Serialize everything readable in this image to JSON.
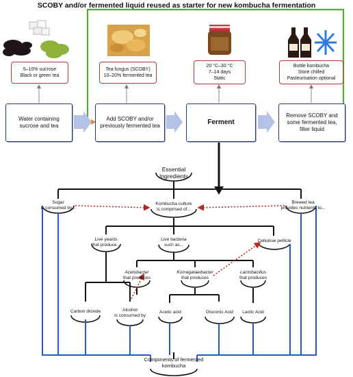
{
  "title": "SCOBY and/or fermented liquid reused as starter for new kombucha fermentation",
  "info_boxes": [
    {
      "line1": "5–10% sucrose",
      "line2": "Black or green tea",
      "line3": ""
    },
    {
      "line1": "Tea fungus (SCOBY)",
      "line2": "10–20% fermented tea",
      "line3": ""
    },
    {
      "line1": "20 °C–30 °C",
      "line2": "7–14 days",
      "line3": "Static"
    },
    {
      "line1": "Bottle kombucha",
      "line2": "Store chilled",
      "line3": "Pasteurisation optional"
    }
  ],
  "steps": [
    {
      "label": "Water containing sucrose and tea"
    },
    {
      "label": "Add SCOBY and/or previously fermented tea"
    },
    {
      "label": "Ferment"
    },
    {
      "label": "Remove SCOBY and some fermented tea, filter liquid"
    }
  ],
  "tree": {
    "root_line1": "Essential",
    "root_line2": "Ingredients",
    "sugar_line1": "Sugar",
    "sugar_line2": "is consumed by...",
    "culture_line1": "Kombucha culture",
    "culture_line2": "is comprised of...",
    "tea_line1": "Brewed tea",
    "tea_line2": "provides nutrients to...",
    "yeasts_line1": "Live yeasts",
    "yeasts_line2": "that produce...",
    "bacteria_line1": "Live bacteria",
    "bacteria_line2": "such as...",
    "pellicle": "Cellulose pellicle",
    "acetobacter_name": "Acetobacter",
    "acetobacter_rest": "that produces",
    "komagataei_name": "Komagataeibacter",
    "komagataei_rest": "that produces",
    "lacto_name": "Lactobacillus",
    "lacto_rest": "that produces",
    "co2": "Carbon dioxide",
    "alcohol_line1": "Alcohol",
    "alcohol_line2": "is consumed by",
    "acetic": "Acetic acid",
    "gluconic": "Gluconic Acid",
    "lactic": "Lactic Acid",
    "bottom_line1": "Components of fermented",
    "bottom_line2": "kombucha"
  },
  "colors": {
    "info_border": "#b03a3a",
    "step_border": "#1f3a7a",
    "arrow_fill": "#b4c2e6",
    "loop_line": "#5aa832",
    "tree_black": "#111111",
    "tree_blue": "#2a55c8",
    "dotted_red": "#b5281e"
  },
  "icons": [
    "sugar-cubes-icon",
    "tea-leaves-icon",
    "scoby-icon",
    "jar-icon",
    "bottles-icon",
    "snowflake-icon"
  ]
}
